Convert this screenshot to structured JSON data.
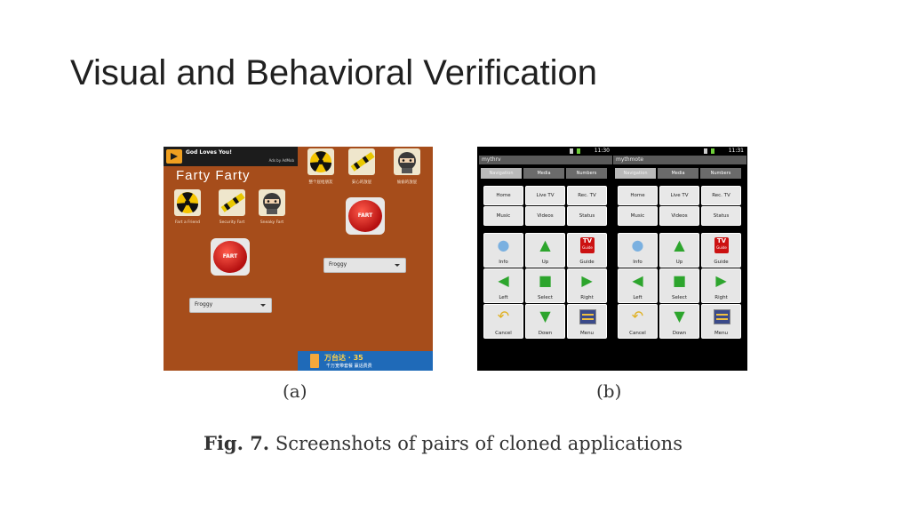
{
  "slide": {
    "title": "Visual and Behavioral Verification",
    "caption_a": "(a)",
    "caption_b": "(b)",
    "figure_label": "Fig. 7.",
    "figure_text": "Screenshots of pairs of cloned applications"
  },
  "panel_a": {
    "ad_title": "God Loves You!",
    "ad_by": "Ads by AdMob",
    "app_title": "Farty Farty",
    "icons_left": [
      {
        "label": "Fart a Friend",
        "icon": "radiation-icon"
      },
      {
        "label": "Security Fart",
        "icon": "caution-tape-icon"
      },
      {
        "label": "Sneaky Fart",
        "icon": "ninja-icon"
      }
    ],
    "icons_right": [
      {
        "label": "整个屁给朋友",
        "icon": "radiation-icon"
      },
      {
        "label": "安心的放屁",
        "icon": "caution-tape-icon"
      },
      {
        "label": "偷偷的放屁",
        "icon": "ninja-icon"
      }
    ],
    "fart_button_label": "FART",
    "select_value": "Froggy",
    "banner_text": "万台达 · 35",
    "banner_sub": "千万宽带套餐 赢话费费"
  },
  "panel_b": {
    "left": {
      "time": "11:30",
      "app_name": "mythrv",
      "tabs": [
        "Navigation",
        "Media",
        "Numbers"
      ],
      "keys": [
        "Home",
        "Live TV",
        "Rec. TV",
        "Music",
        "Videos",
        "Status"
      ],
      "grid": [
        "Info",
        "Up",
        "Guide",
        "Left",
        "Select",
        "Right",
        "Cancel",
        "Down",
        "Menu"
      ]
    },
    "right": {
      "time": "11:31",
      "app_name": "mythmote",
      "tabs": [
        "Navigation",
        "Media",
        "Numbers"
      ],
      "keys": [
        "Home",
        "Live TV",
        "Rec. TV",
        "Music",
        "Videos",
        "Status"
      ],
      "grid": [
        "Info",
        "Up",
        "Guide",
        "Left",
        "Select",
        "Right",
        "Cancel",
        "Down",
        "Menu"
      ]
    },
    "tv_guide_text": "TV",
    "tv_guide_sub": "Guide"
  }
}
